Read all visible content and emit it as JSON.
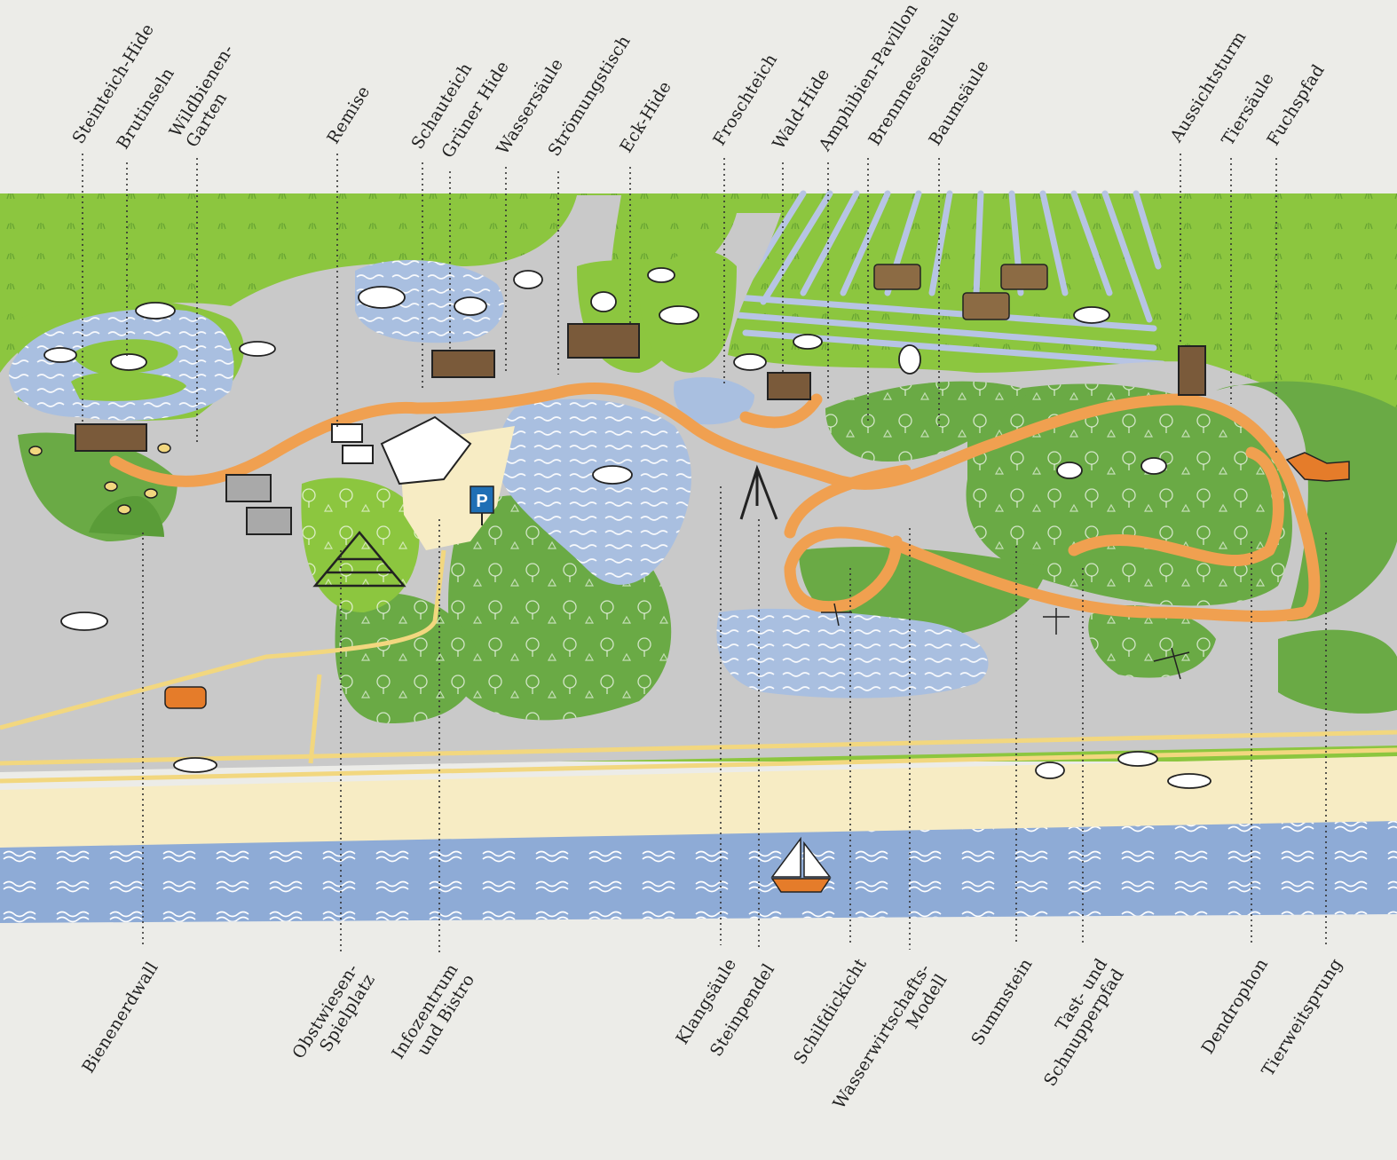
{
  "map": {
    "top_labels": [
      {
        "text": "Steinteich-Hide"
      },
      {
        "text": "Brutinseln"
      },
      {
        "text": "Wildbienen-\nGarten"
      },
      {
        "text": "Remise"
      },
      {
        "text": "Schauteich"
      },
      {
        "text": "Grüner Hide"
      },
      {
        "text": "Wassersäule"
      },
      {
        "text": "Strömungstisch"
      },
      {
        "text": "Eck-Hide"
      },
      {
        "text": "Froschteich"
      },
      {
        "text": "Wald-Hide"
      },
      {
        "text": "Amphibien-Pavillon"
      },
      {
        "text": "Brennnesselsäule"
      },
      {
        "text": "Baumsäule"
      },
      {
        "text": "Aussichtsturm"
      },
      {
        "text": "Tiersäule"
      },
      {
        "text": "Fuchspfad"
      }
    ],
    "bottom_labels": [
      {
        "text": "Bienenerdwall"
      },
      {
        "text": "Obstwiesen-\nSpielplatz"
      },
      {
        "text": "Infozentrum\nund Bistro"
      },
      {
        "text": "Klangsäule"
      },
      {
        "text": "Steinpendel"
      },
      {
        "text": "Schilfdickicht"
      },
      {
        "text": "Wasserwirtschafts-\nModell"
      },
      {
        "text": "Summstein"
      },
      {
        "text": "Tast- und\nSchnupperpfad"
      },
      {
        "text": "Dendrophon"
      },
      {
        "text": "Tierweitsprung"
      }
    ],
    "parking_sign": "P",
    "colors": {
      "meadow": "#8cc63f",
      "forest": "#6aaa45",
      "path": "#f0a050",
      "water": "#a9bfe0",
      "sea": "#8eabd6",
      "sand": "#f7ecc4",
      "gravel": "#c9c9c9",
      "paper": "#ecece8",
      "parking": "#1f6fb5"
    },
    "icons": [
      "bird-icon",
      "heron-icon",
      "cow-icon",
      "fox-icon",
      "bee-icon",
      "dragonfly-icon",
      "boat-icon",
      "hut-icon",
      "tree-icon",
      "parking-icon",
      "car-icon",
      "tower-icon"
    ]
  }
}
